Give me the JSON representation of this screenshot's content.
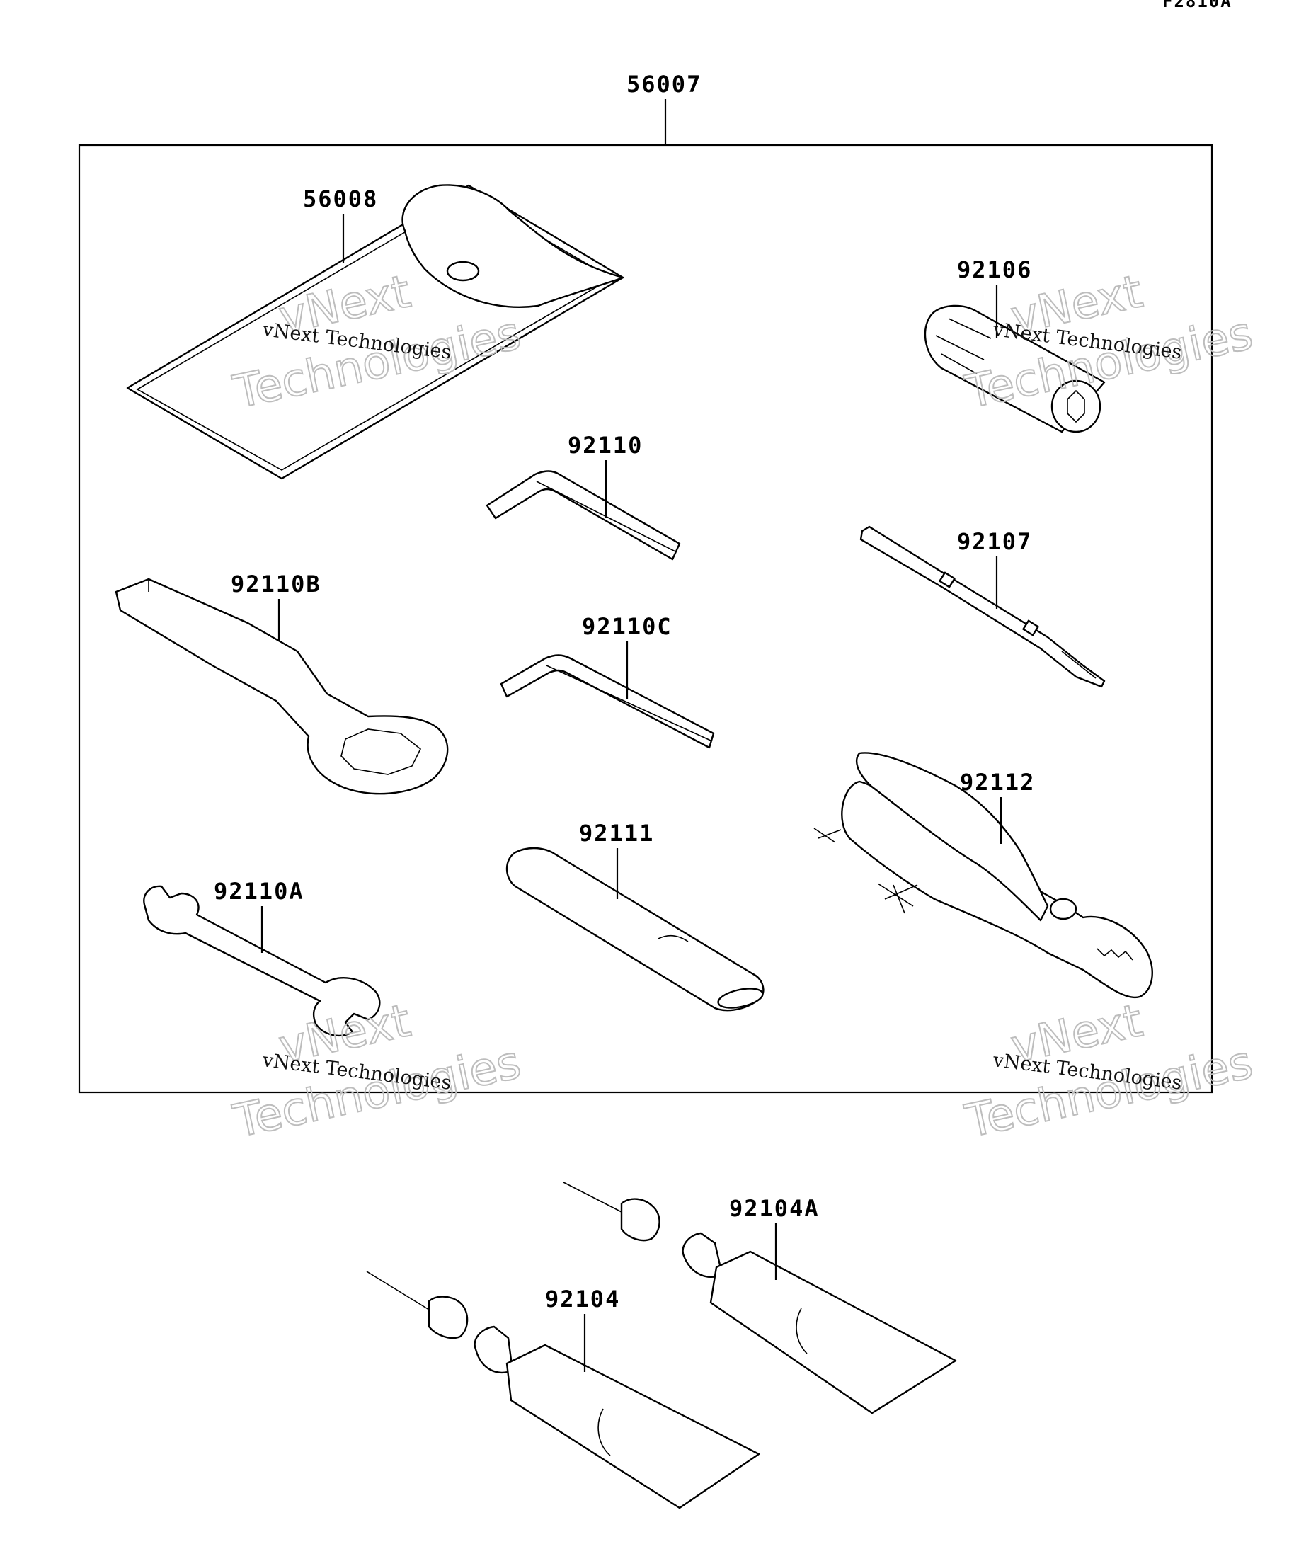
{
  "drawing_id": "F2810A",
  "kit": {
    "number": "56007"
  },
  "parts": {
    "pouch": "56008",
    "socket": "92106",
    "allen_key": "92110",
    "allen_key_c": "92110C",
    "screwdriver": "92107",
    "ring_wrench": "92110B",
    "extension_bar": "92111",
    "pliers": "92112",
    "open_wrench": "92110A",
    "grease_tube": "92104",
    "grease_tube_a": "92104A"
  },
  "watermark": {
    "line": "vNext Technologies",
    "top": "vNext",
    "bottom": "Technologies"
  }
}
